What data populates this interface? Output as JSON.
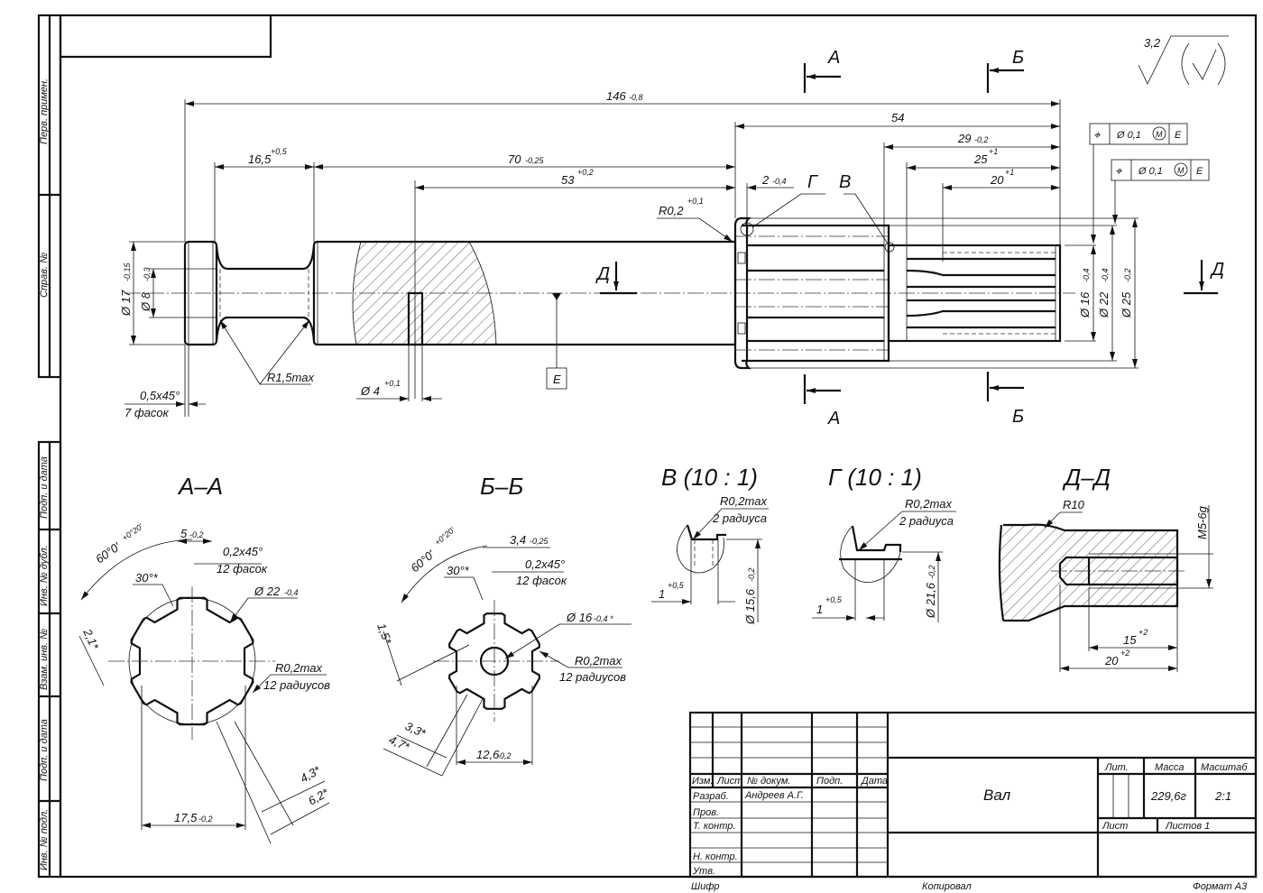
{
  "side_stamp": [
    "Перв. примен.",
    "Справ. №",
    "Подп. и дата",
    "Инв. № дубл.",
    "Взам. инв. №",
    "Подп. и дата",
    "Инв. № подл."
  ],
  "main_view": {
    "d146": {
      "v": "146",
      "tol": "-0,8"
    },
    "d54": {
      "v": "54"
    },
    "d29": {
      "v": "29",
      "tol": "-0,2"
    },
    "d25": {
      "v": "25",
      "tol": "+1"
    },
    "d20": {
      "v": "20",
      "tol": "+1"
    },
    "d16_5": {
      "v": "16,5",
      "tol": "+0,5"
    },
    "d70": {
      "v": "70",
      "tol": "-0,25"
    },
    "d53": {
      "v": "53",
      "tol": "+0,2"
    },
    "d2": {
      "v": "2",
      "tol": "-0,4"
    },
    "r02": {
      "v": "R0,2",
      "tol": "+0,1"
    },
    "dia17": {
      "v": "Ø 17",
      "tol": "-0,15"
    },
    "dia8": {
      "v": "Ø 8",
      "tol": "-0,3"
    },
    "r15": {
      "v": "R1,5max"
    },
    "dia4": {
      "v": "Ø 4",
      "tol": "+0,1"
    },
    "chamfer": {
      "v": "0,5x45°",
      "note": "7 фасок"
    },
    "datum": "E",
    "dia16": {
      "v": "Ø 16",
      "tol": "-0,4"
    },
    "dia22": {
      "v": "Ø 22",
      "tol": "-0,4"
    },
    "dia25": {
      "v": "Ø 25",
      "tol": "-0,2"
    },
    "fcf": [
      {
        "symbol": "⌖",
        "tolerance": "Ø 0,1",
        "modifier": "M",
        "datum": "E"
      },
      {
        "symbol": "⌖",
        "tolerance": "Ø 0,1",
        "modifier": "M",
        "datum": "E"
      }
    ],
    "section_letters": {
      "a": "А",
      "b": "Б",
      "d": "Д",
      "g": "Г",
      "v": "В"
    },
    "roughness": "3,2"
  },
  "section_aa": {
    "title": "А–А",
    "angle": {
      "v": "60°0'",
      "tol": "+0°20'"
    },
    "d5": {
      "v": "5",
      "tol": "-0,2"
    },
    "chamfer": {
      "v": "0,2x45°",
      "note": "12 фасок"
    },
    "angle30": "30°*",
    "dia22": {
      "v": "Ø 22",
      "tol": "-0,4"
    },
    "d21": "2,1*",
    "radius": {
      "v": "R0,2max",
      "note": "12 радиусов"
    },
    "d175": {
      "v": "17,5",
      "tol": "-0,2"
    },
    "d43": "4,3*",
    "d62": "6,2*"
  },
  "section_bb": {
    "title": "Б–Б",
    "angle": {
      "v": "60°0'",
      "tol": "+0°20'"
    },
    "d34": {
      "v": "3,4",
      "tol": "-0,25"
    },
    "chamfer": {
      "v": "0,2x45°",
      "note": "12 фасок"
    },
    "angle30": "30°*",
    "dia16": {
      "v": "Ø 16",
      "tol": "-0,4 *"
    },
    "d15": "1,5*",
    "radius": {
      "v": "R0,2max",
      "note": "12 радиусов"
    },
    "d33": "3,3*",
    "d47": "4,7*",
    "d126": {
      "v": "12,6",
      "tol": "-0,2"
    }
  },
  "detail_v": {
    "title": "В (10 : 1)",
    "radius": "R0,2max",
    "note": "2 радиуса",
    "w": {
      "v": "1",
      "tol": "+0,5"
    },
    "dia": {
      "v": "Ø 15,6",
      "tol": "-0,2"
    }
  },
  "detail_g": {
    "title": "Г (10 : 1)",
    "radius": "R0,2max",
    "note": "2 радиуса",
    "w": {
      "v": "1",
      "tol": "+0,5"
    },
    "dia": {
      "v": "Ø 21,6",
      "tol": "-0,2"
    }
  },
  "section_dd": {
    "title": "Д–Д",
    "radius": "R10",
    "thread": "M5-6g",
    "d15": {
      "v": "15",
      "tol": "+2"
    },
    "d20": {
      "v": "20",
      "tol": "+2"
    }
  },
  "title_block": {
    "headers": {
      "izm": "Изм.",
      "list": "Лист",
      "doc": "№ докум.",
      "sign": "Подп.",
      "date": "Дата"
    },
    "roles": {
      "razrab": "Разраб.",
      "prov": "Пров.",
      "tkontr": "Т. контр.",
      "nkontr": "Н. контр.",
      "utv": "Утв."
    },
    "developer": "Андреев А.Г.",
    "name": "Вал",
    "lit_label": "Лит.",
    "mass_label": "Масса",
    "scale_label": "Масштаб",
    "mass": "229,6г",
    "scale": "2:1",
    "sheet_label": "Лист",
    "sheets_label": "Листов 1",
    "footer": {
      "code": "Шифр",
      "copied": "Копировал",
      "format": "Формат А3"
    }
  }
}
